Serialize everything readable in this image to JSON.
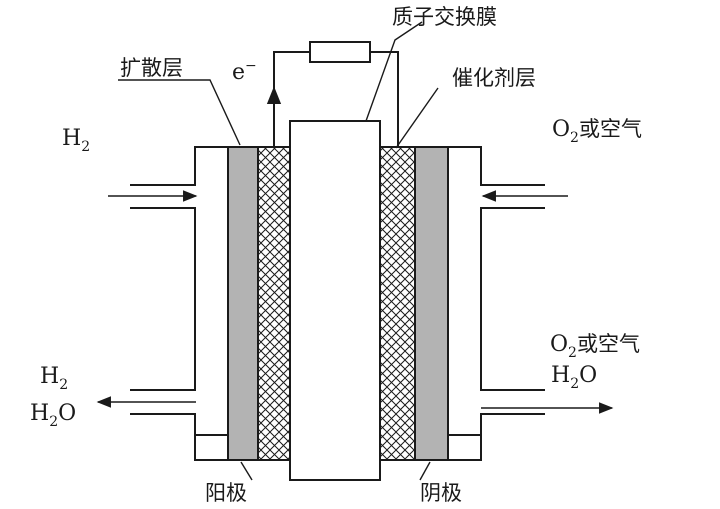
{
  "labels": {
    "diffusion_layer": "扩散层",
    "electron": "e",
    "electron_charge": "−",
    "membrane": "质子交换膜",
    "catalyst_layer": "催化剂层",
    "anode": "阳极",
    "cathode": "阴极"
  },
  "inlet_left": {
    "element": "H",
    "sub": "2"
  },
  "outlet_left": {
    "line1": {
      "element": "H",
      "sub": "2"
    },
    "line2": {
      "pre": "H",
      "sub": "2",
      "post": "O"
    }
  },
  "inlet_right": {
    "pre": "O",
    "sub": "2",
    "post": "或空气"
  },
  "outlet_right": {
    "line1": {
      "pre": "O",
      "sub": "2",
      "post": "或空气"
    },
    "line2": {
      "pre": "H",
      "sub": "2",
      "post": "O"
    }
  },
  "colors": {
    "line": "#1a1a1a",
    "diffusion_fill": "#b3b3b3",
    "background": "#ffffff"
  }
}
